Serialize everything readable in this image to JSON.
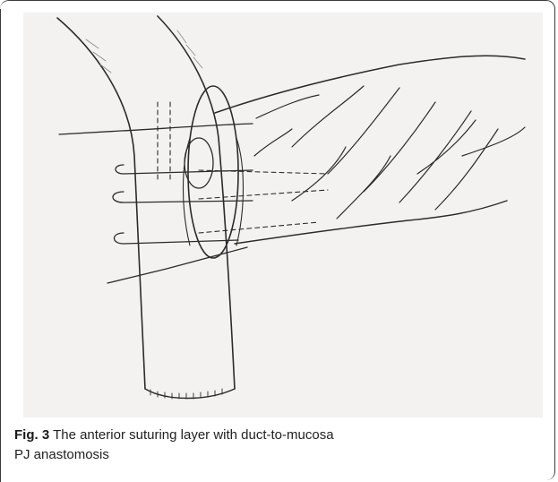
{
  "figure": {
    "label": "Fig. 3",
    "caption_line1": " The anterior suturing layer with duct-to-mucosa",
    "caption_line2": "PJ anastomosis"
  },
  "colors": {
    "paper": "#f3f2f0",
    "ink": "#2b2b2b",
    "frame": "#3a3a3a"
  },
  "illustration": {
    "subject": "hand-drawn pencil sketch of pancreaticojejunostomy anterior suture layer"
  }
}
